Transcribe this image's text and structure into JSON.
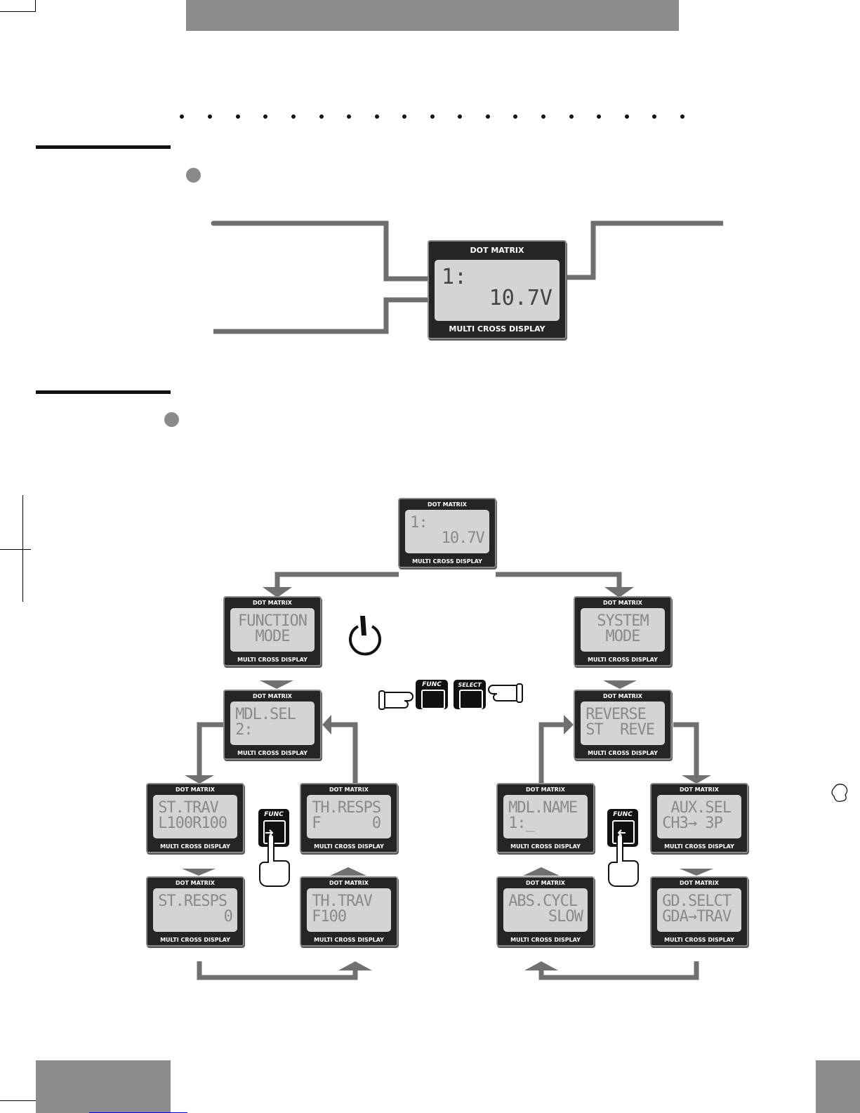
{
  "display_labels": {
    "top": "DOT MATRIX",
    "bottom": "MULTI CROSS DISPLAY"
  },
  "main_display": {
    "line1": "1:",
    "line2": "10.7V"
  },
  "tree": {
    "home": {
      "line1": "1:",
      "line2": "10.7V"
    },
    "function_mode": {
      "line1": "FUNCTION",
      "line2": "MODE"
    },
    "system_mode": {
      "line1": "SYSTEM",
      "line2": "MODE"
    },
    "mdl_sel": {
      "line1": "MDL.SEL",
      "line2": "2:"
    },
    "reverse": {
      "line1": "REVERSE",
      "line2": "ST  REVE"
    },
    "st_trav": {
      "line1": "ST.TRAV",
      "line2": "L100R100"
    },
    "th_resps": {
      "line1": "TH.RESPS",
      "line2": "F      0"
    },
    "mdl_name": {
      "line1": "MDL.NAME",
      "line2": "1:_"
    },
    "aux_sel": {
      "line1": " AUX.SEL",
      "line2": "CH3→ 3P"
    },
    "st_resps": {
      "line1": "ST.RESPS",
      "line2": "0"
    },
    "th_trav": {
      "line1": "TH.TRAV",
      "line2": "F100"
    },
    "abs_cycl": {
      "line1": "ABS.CYCL",
      "line2": "SLOW"
    },
    "gd_selct": {
      "line1": "GD.SELCT",
      "line2": "GDA→TRAV"
    }
  },
  "buttons": {
    "func": "FUNC",
    "select": "SELECT"
  },
  "colors": {
    "header_bar": "#8c8c8c",
    "arrow": "#707070",
    "lcd_frame": "#252525",
    "lcd_screen": "#d4d4d4"
  }
}
